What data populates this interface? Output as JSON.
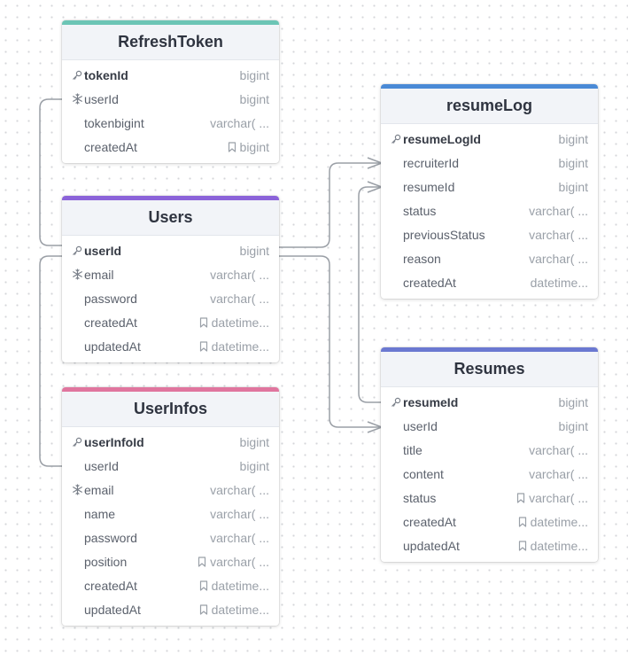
{
  "colors": {
    "refresh_token": "#6cc5b5",
    "users": "#8b63d9",
    "user_infos": "#e0759e",
    "resume_log": "#4a8ad6",
    "resumes": "#6b78d1",
    "edge": "#9a9fa6"
  },
  "icons": {
    "key": "key-icon",
    "unique": "snowflake-icon",
    "note": "bookmark-icon"
  },
  "tables": {
    "refresh_token": {
      "name": "RefreshToken",
      "fields": [
        {
          "name": "tokenId",
          "type": "bigint",
          "pk": true
        },
        {
          "name": "userId",
          "type": "bigint",
          "unique": true
        },
        {
          "name": "tokenbigint",
          "type": "varchar( ..."
        },
        {
          "name": "createdAt",
          "type": "bigint",
          "note": true
        }
      ]
    },
    "users": {
      "name": "Users",
      "fields": [
        {
          "name": "userId",
          "type": "bigint",
          "pk": true
        },
        {
          "name": "email",
          "type": "varchar( ...",
          "unique": true
        },
        {
          "name": "password",
          "type": "varchar( ..."
        },
        {
          "name": "createdAt",
          "type": "datetime...",
          "note": true
        },
        {
          "name": "updatedAt",
          "type": "datetime...",
          "note": true
        }
      ]
    },
    "user_infos": {
      "name": "UserInfos",
      "fields": [
        {
          "name": "userInfoId",
          "type": "bigint",
          "pk": true
        },
        {
          "name": "userId",
          "type": "bigint"
        },
        {
          "name": "email",
          "type": "varchar( ...",
          "unique": true
        },
        {
          "name": "name",
          "type": "varchar( ..."
        },
        {
          "name": "password",
          "type": "varchar( ..."
        },
        {
          "name": "position",
          "type": "varchar( ...",
          "note": true
        },
        {
          "name": "createdAt",
          "type": "datetime...",
          "note": true
        },
        {
          "name": "updatedAt",
          "type": "datetime...",
          "note": true
        }
      ]
    },
    "resume_log": {
      "name": "resumeLog",
      "fields": [
        {
          "name": "resumeLogId",
          "type": "bigint",
          "pk": true
        },
        {
          "name": "recruiterId",
          "type": "bigint"
        },
        {
          "name": "resumeId",
          "type": "bigint"
        },
        {
          "name": "status",
          "type": "varchar( ..."
        },
        {
          "name": "previousStatus",
          "type": "varchar( ..."
        },
        {
          "name": "reason",
          "type": "varchar( ..."
        },
        {
          "name": "createdAt",
          "type": "datetime..."
        }
      ]
    },
    "resumes": {
      "name": "Resumes",
      "fields": [
        {
          "name": "resumeId",
          "type": "bigint",
          "pk": true
        },
        {
          "name": "userId",
          "type": "bigint"
        },
        {
          "name": "title",
          "type": "varchar( ..."
        },
        {
          "name": "content",
          "type": "varchar( ..."
        },
        {
          "name": "status",
          "type": "varchar( ...",
          "note": true
        },
        {
          "name": "createdAt",
          "type": "datetime...",
          "note": true
        },
        {
          "name": "updatedAt",
          "type": "datetime...",
          "note": true
        }
      ]
    }
  },
  "relations": [
    {
      "from": "Users.userId",
      "to": "RefreshToken.userId",
      "cardinality": "one-to-one"
    },
    {
      "from": "Users.userId",
      "to": "UserInfos.userId",
      "cardinality": "one-to-one"
    },
    {
      "from": "Users.userId",
      "to": "resumeLog.recruiterId",
      "cardinality": "one-to-many"
    },
    {
      "from": "Users.userId",
      "to": "Resumes.userId",
      "cardinality": "one-to-many"
    },
    {
      "from": "Resumes.resumeId",
      "to": "resumeLog.resumeId",
      "cardinality": "one-to-many"
    }
  ]
}
